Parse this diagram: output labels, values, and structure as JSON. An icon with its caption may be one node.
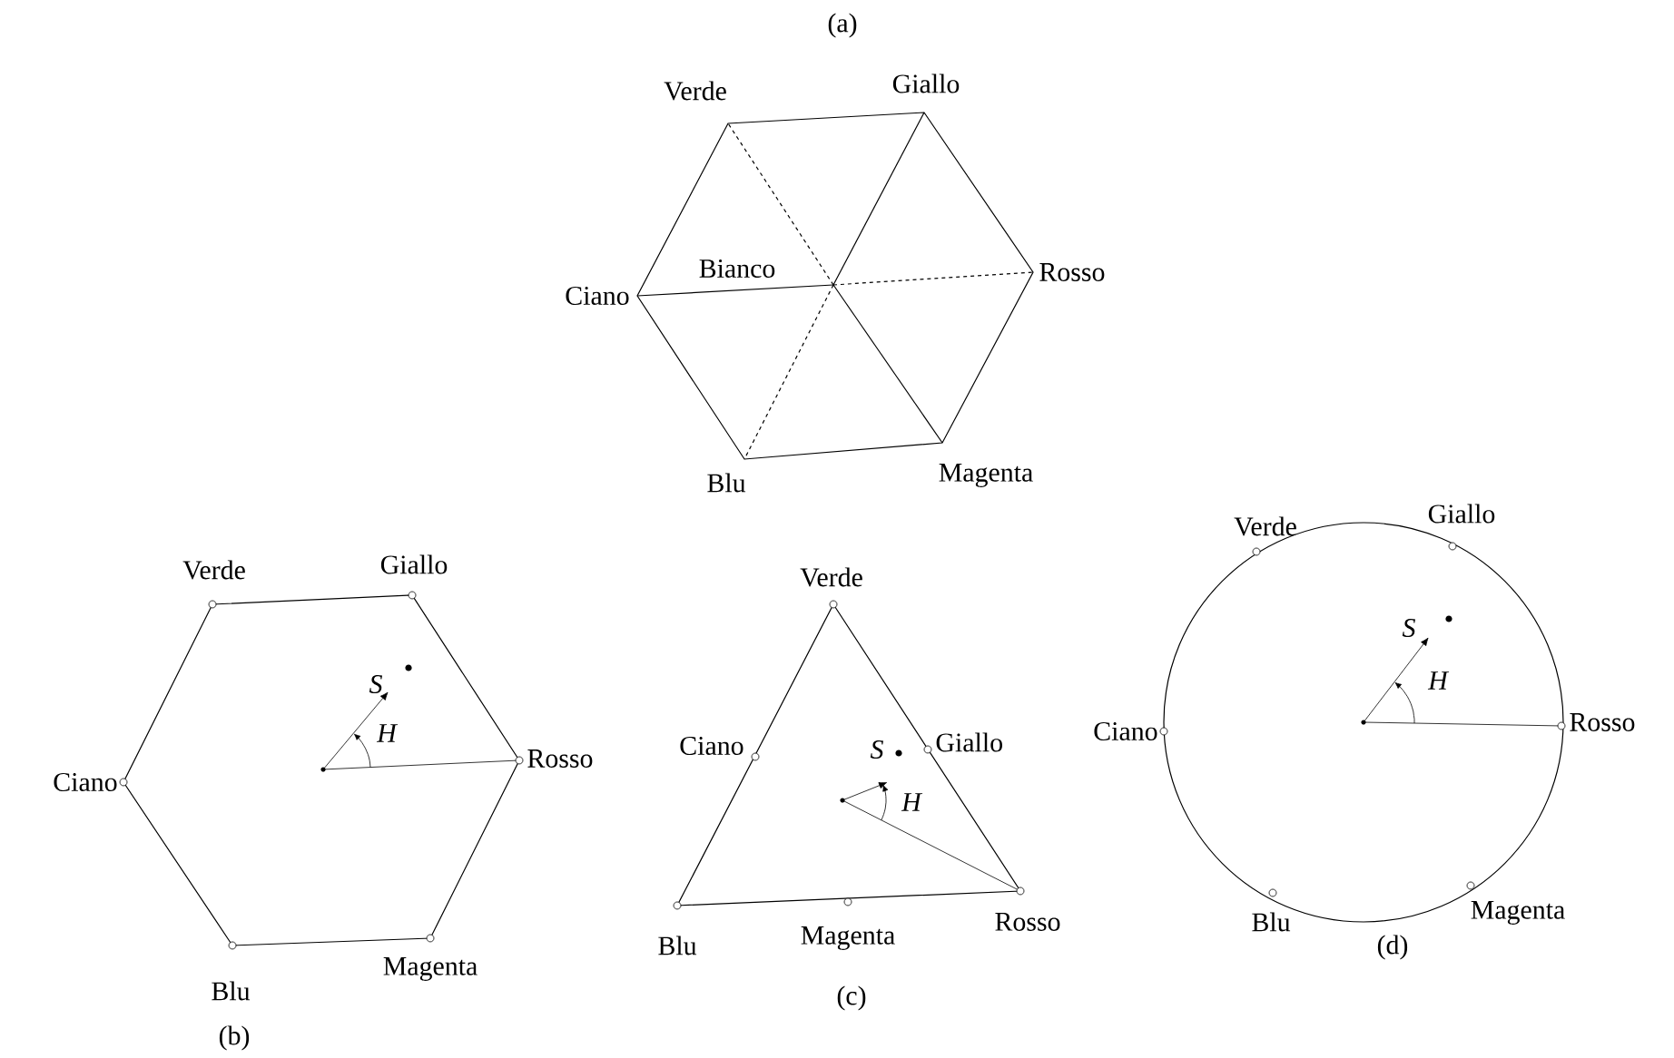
{
  "diagram": {
    "labels": [
      "(a)",
      "Verde",
      "Giallo",
      "Ciano",
      "Bianco",
      "Rosso",
      "Blu",
      "Magenta",
      "Verde",
      "Giallo",
      "S",
      "H",
      "Ciano",
      "Rosso",
      "Blu",
      "Magenta",
      "(b)",
      "Verde",
      "Ciano",
      "S",
      "Giallo",
      "H",
      "Blu",
      "Magenta",
      "Rosso",
      "(c)",
      "Verde",
      "Giallo",
      "S",
      "H",
      "Ciano",
      "Rosso",
      "Blu",
      "Magenta",
      "(d)"
    ]
  }
}
